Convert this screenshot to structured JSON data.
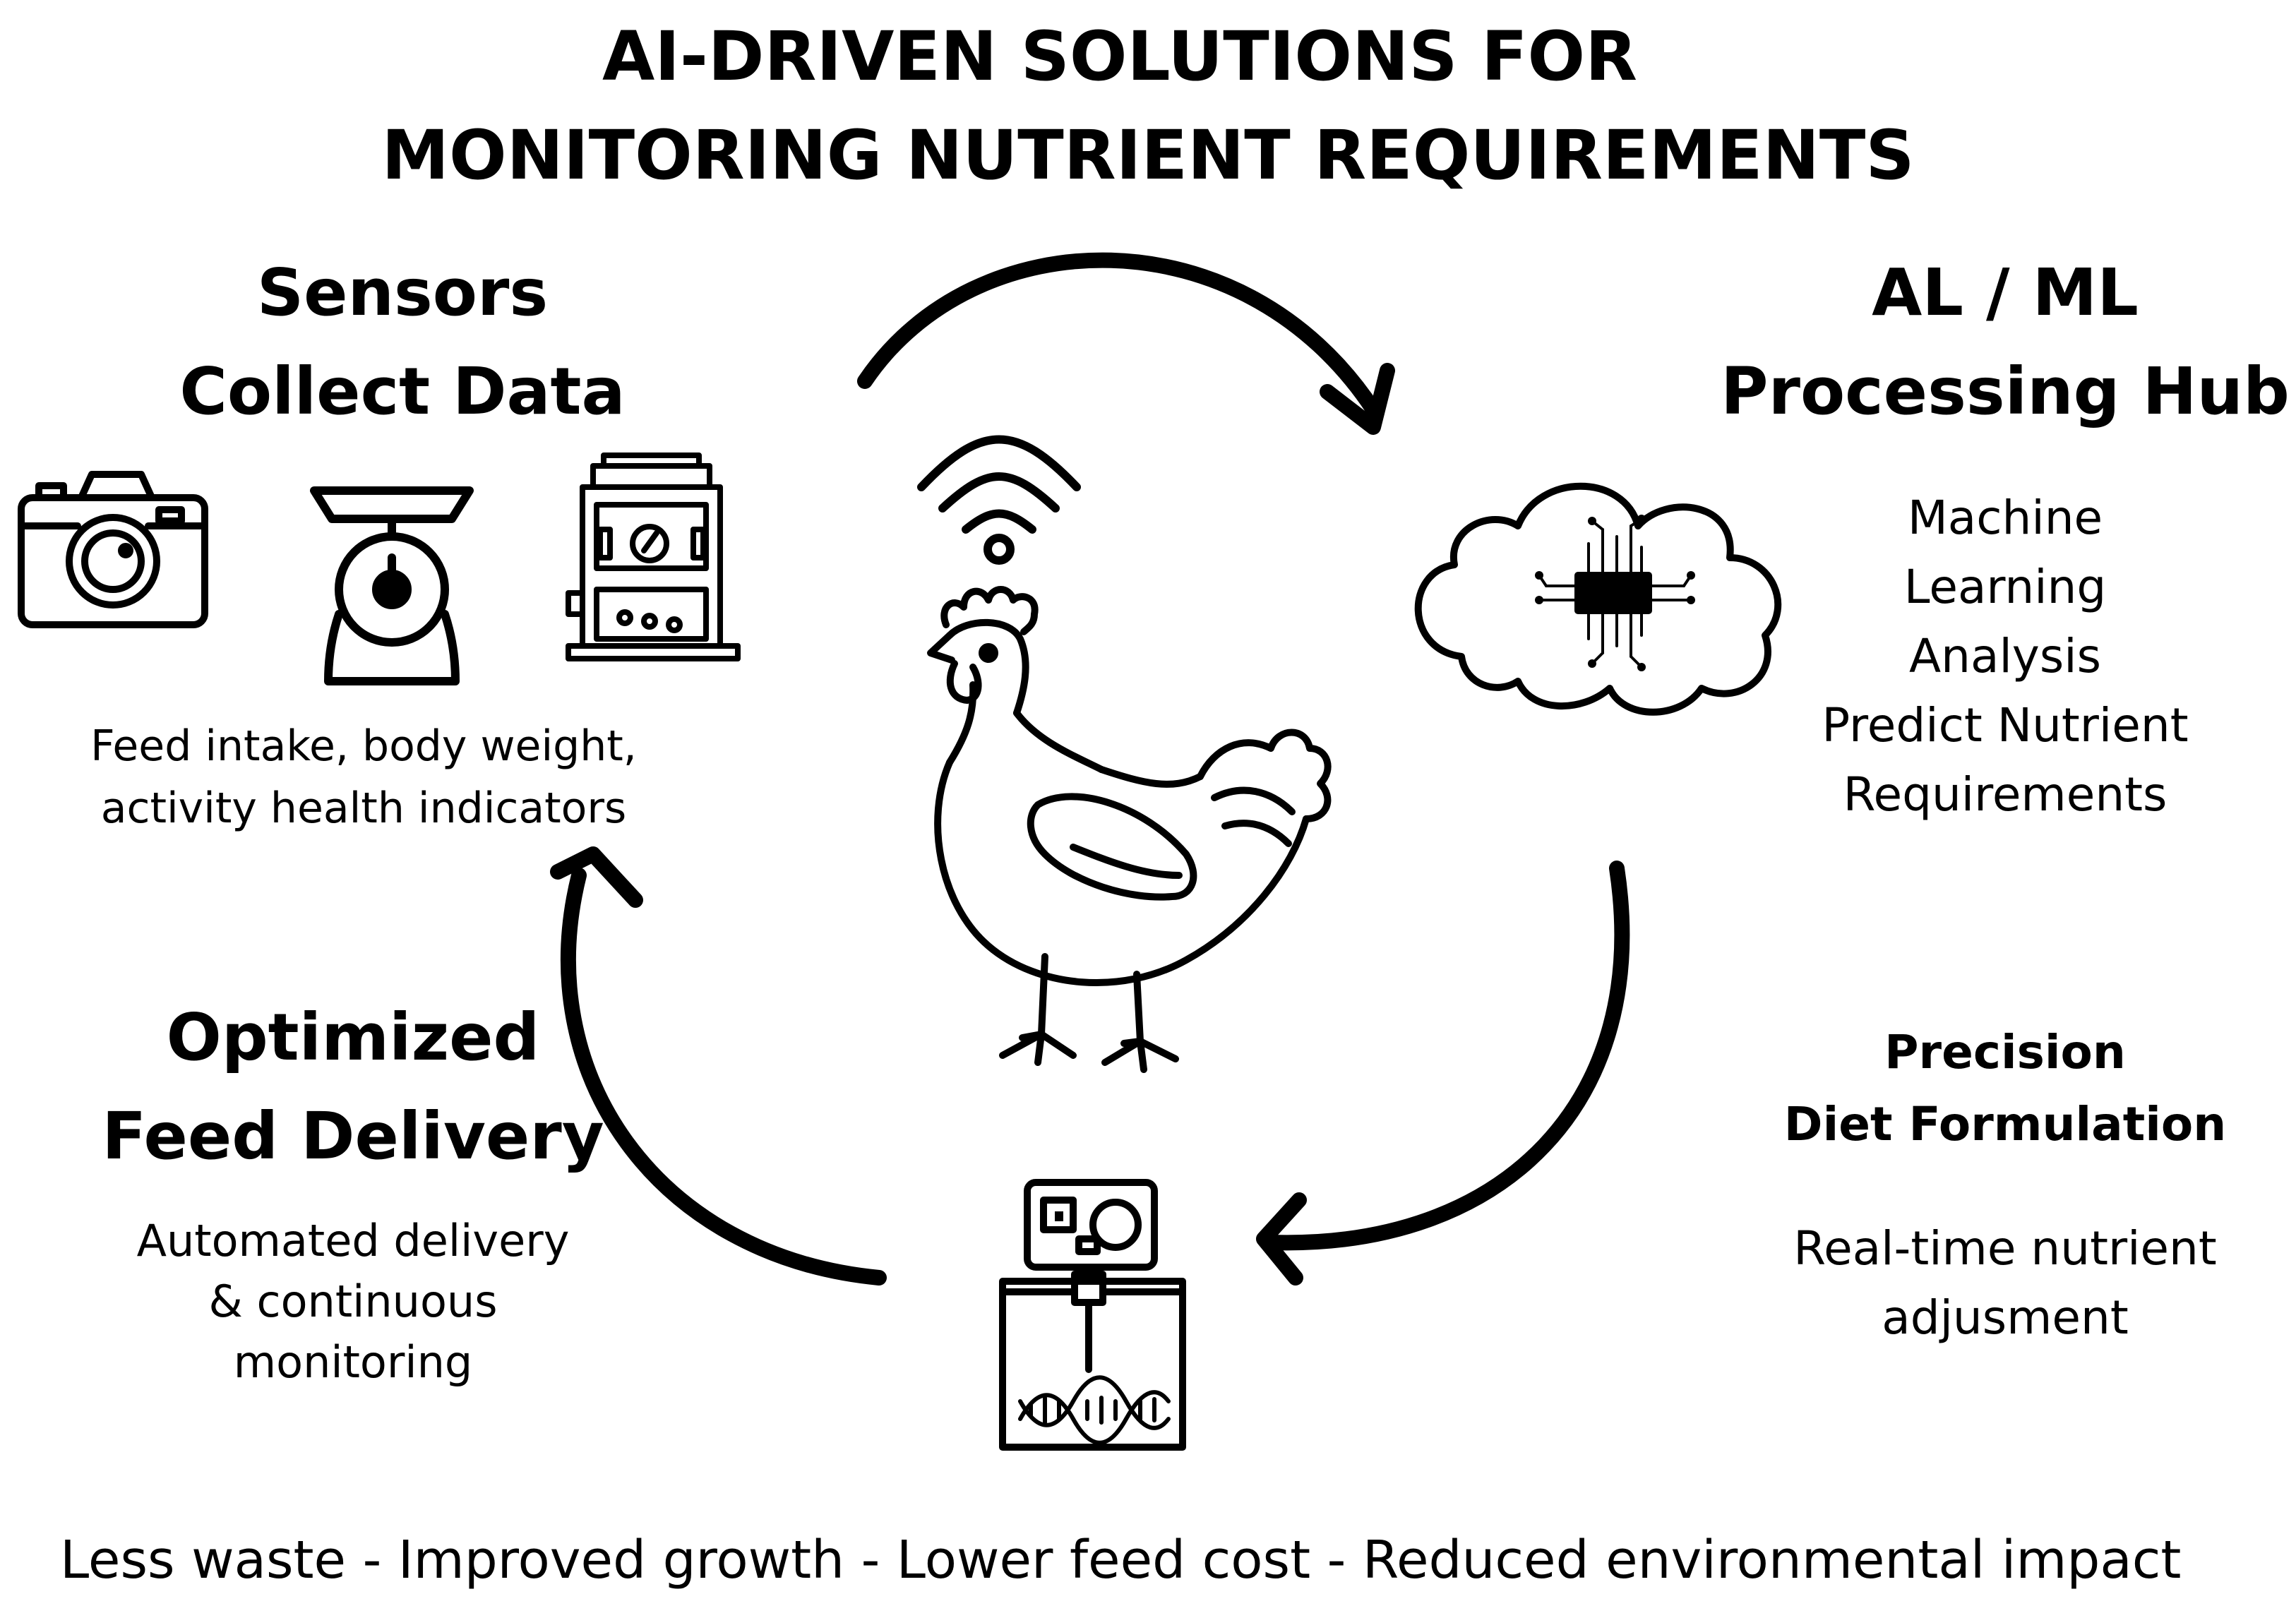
{
  "title": {
    "line1": "AI-DRIVEN SOLUTIONS FOR",
    "line2": "MONITORING NUTRIENT REQUIREMENTS"
  },
  "sensors": {
    "heading_line1": "Sensors",
    "heading_line2": "Collect Data",
    "desc_line1": "Feed intake, body weight,",
    "desc_line2": "activity health indicators",
    "icons": [
      "camera-icon",
      "scale-icon",
      "feeder-machine-icon"
    ]
  },
  "hub": {
    "heading_line1": "AL / ML",
    "heading_line2": "Processing Hub",
    "items": [
      "Machine",
      "Learning",
      "Analysis",
      "Predict Nutrient",
      "Requirements"
    ],
    "icon": "cloud-chip-icon"
  },
  "precision": {
    "heading_line1": "Precision",
    "heading_line2": "Diet Formulation",
    "desc_line1": "Real-time nutrient",
    "desc_line2": "adjusment",
    "icon": "dna-analyzer-icon"
  },
  "delivery": {
    "heading_line1": "Optimized",
    "heading_line2": "Feed Delivery",
    "desc_line1": "Automated delivery",
    "desc_line2": "& continuous",
    "desc_line3": "monitoring"
  },
  "center": {
    "icons": [
      "wifi-icon",
      "chicken-icon"
    ]
  },
  "footer": {
    "text": "Less waste - Improved growth - Lower feed cost - Reduced environmental impact"
  },
  "colors": {
    "ink": "#000000",
    "background": "#ffffff"
  }
}
